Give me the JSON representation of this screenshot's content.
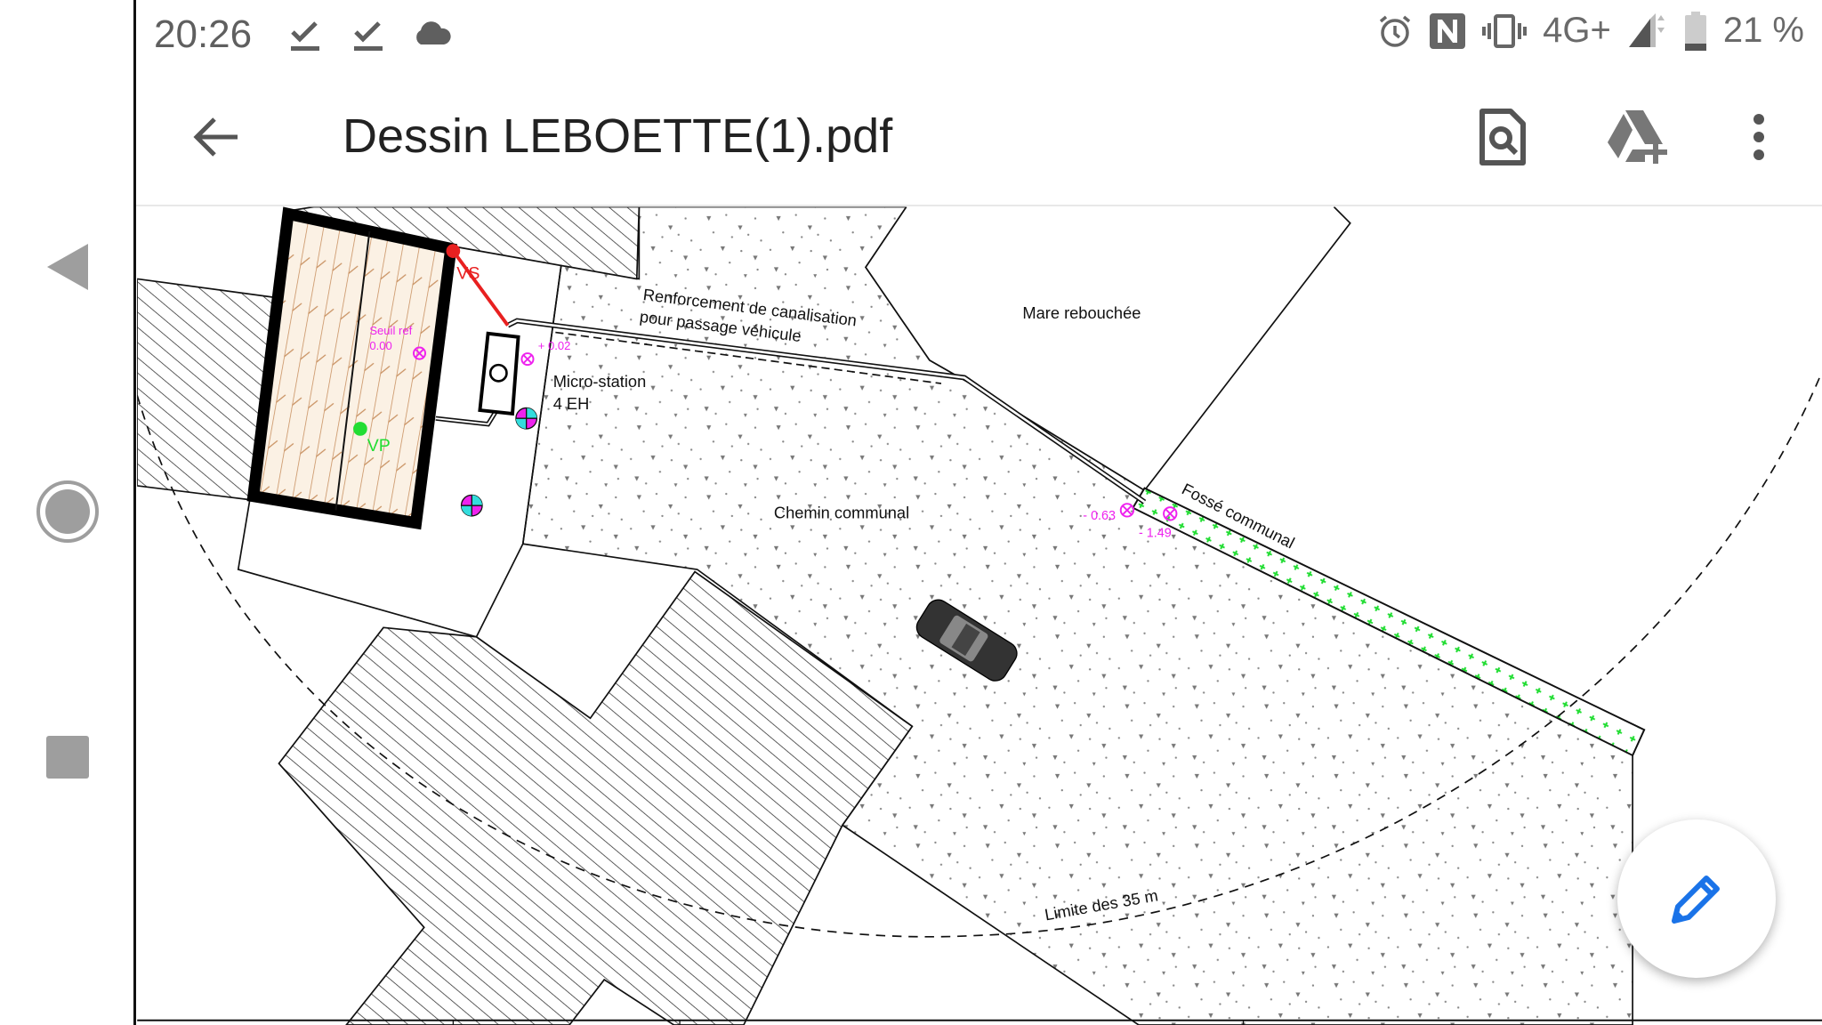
{
  "status_bar": {
    "time": "20:26",
    "left_icons": [
      "download-done-icon",
      "download-done-icon",
      "cloud-icon"
    ],
    "right_icons": [
      "alarm-icon",
      "nfc-icon",
      "vibrate-icon",
      "signal-icon",
      "battery-icon"
    ],
    "network": "4G+",
    "battery": "21 %",
    "battery_level_percent": 21
  },
  "app_bar": {
    "title": "Dessin LEBOETTE(1).pdf",
    "icons": [
      "back-arrow-icon",
      "find-in-document-icon",
      "add-to-drive-icon",
      "more-vert-icon"
    ]
  },
  "nav": {
    "icons": [
      "back-triangle-icon",
      "home-circle-icon",
      "recents-square-icon"
    ]
  },
  "drawing": {
    "labels": {
      "renforcement_1": "Renforcement de canalisation",
      "renforcement_2": "pour passage véhicule",
      "mare": "Mare rebouchée",
      "micro_1": "Micro-station",
      "micro_2": "4 EH",
      "chemin": "Chemin communal",
      "fosse": "Fossé communal",
      "limite": "Limite des 35 m",
      "vs": "VS",
      "vp": "VP",
      "seuil_1": "Seuil ref",
      "seuil_2": "0.00",
      "level_station": "+ 0.02",
      "level_a": "- 0.63",
      "level_b": "- 1.49"
    },
    "colors": {
      "red": "#e82020",
      "green": "#22dd33",
      "magenta": "#ee22ee",
      "cyan": "#33dddd",
      "wood": "#c89060"
    }
  },
  "fab": {
    "icon": "edit-pencil-icon",
    "color": "#1a73e8"
  }
}
